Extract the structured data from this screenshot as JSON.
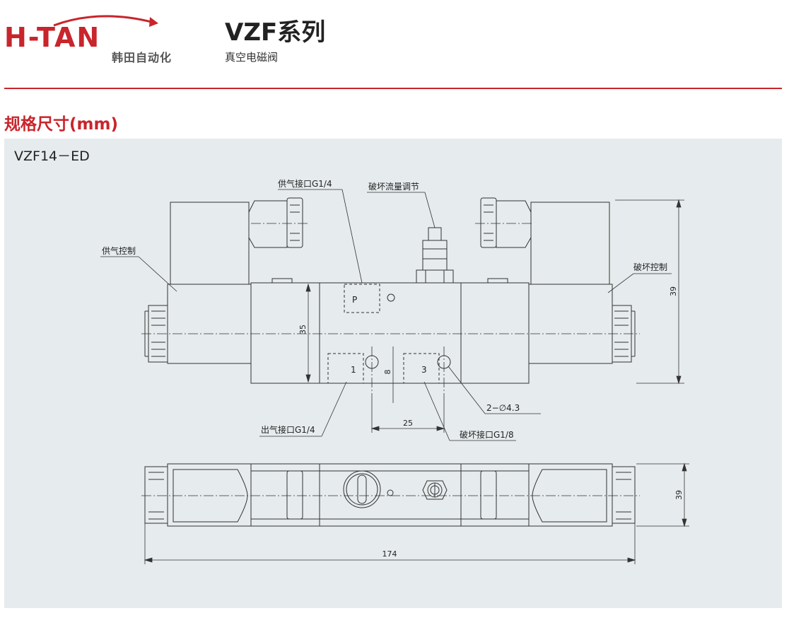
{
  "brand": {
    "logo_text": "H-TAN",
    "subtitle": "韩田自动化",
    "color": "#c8252c"
  },
  "header": {
    "series": "VZF系列",
    "product": "真空电磁阀"
  },
  "section": {
    "title": "规格尺寸(mm)"
  },
  "model": "VZF14－ED",
  "callouts": {
    "supply_port": "供气接口G1/4",
    "break_flow_adjust": "破坏流量调节",
    "supply_control": "供气控制",
    "break_control": "破坏控制",
    "outlet_port": "出气接口G1/4",
    "break_port": "破坏接口G1/8",
    "holes": "2−∅4.3"
  },
  "ports": {
    "p": "P",
    "one": "1",
    "three": "3"
  },
  "dimensions": {
    "body_height": "35",
    "total_height": "39",
    "port_spacing": "8",
    "hole_spacing": "25",
    "top_view_height": "39",
    "total_length": "174"
  },
  "colors": {
    "accent": "#c8252c",
    "panel": "#e6ebed",
    "line": "#333333"
  }
}
